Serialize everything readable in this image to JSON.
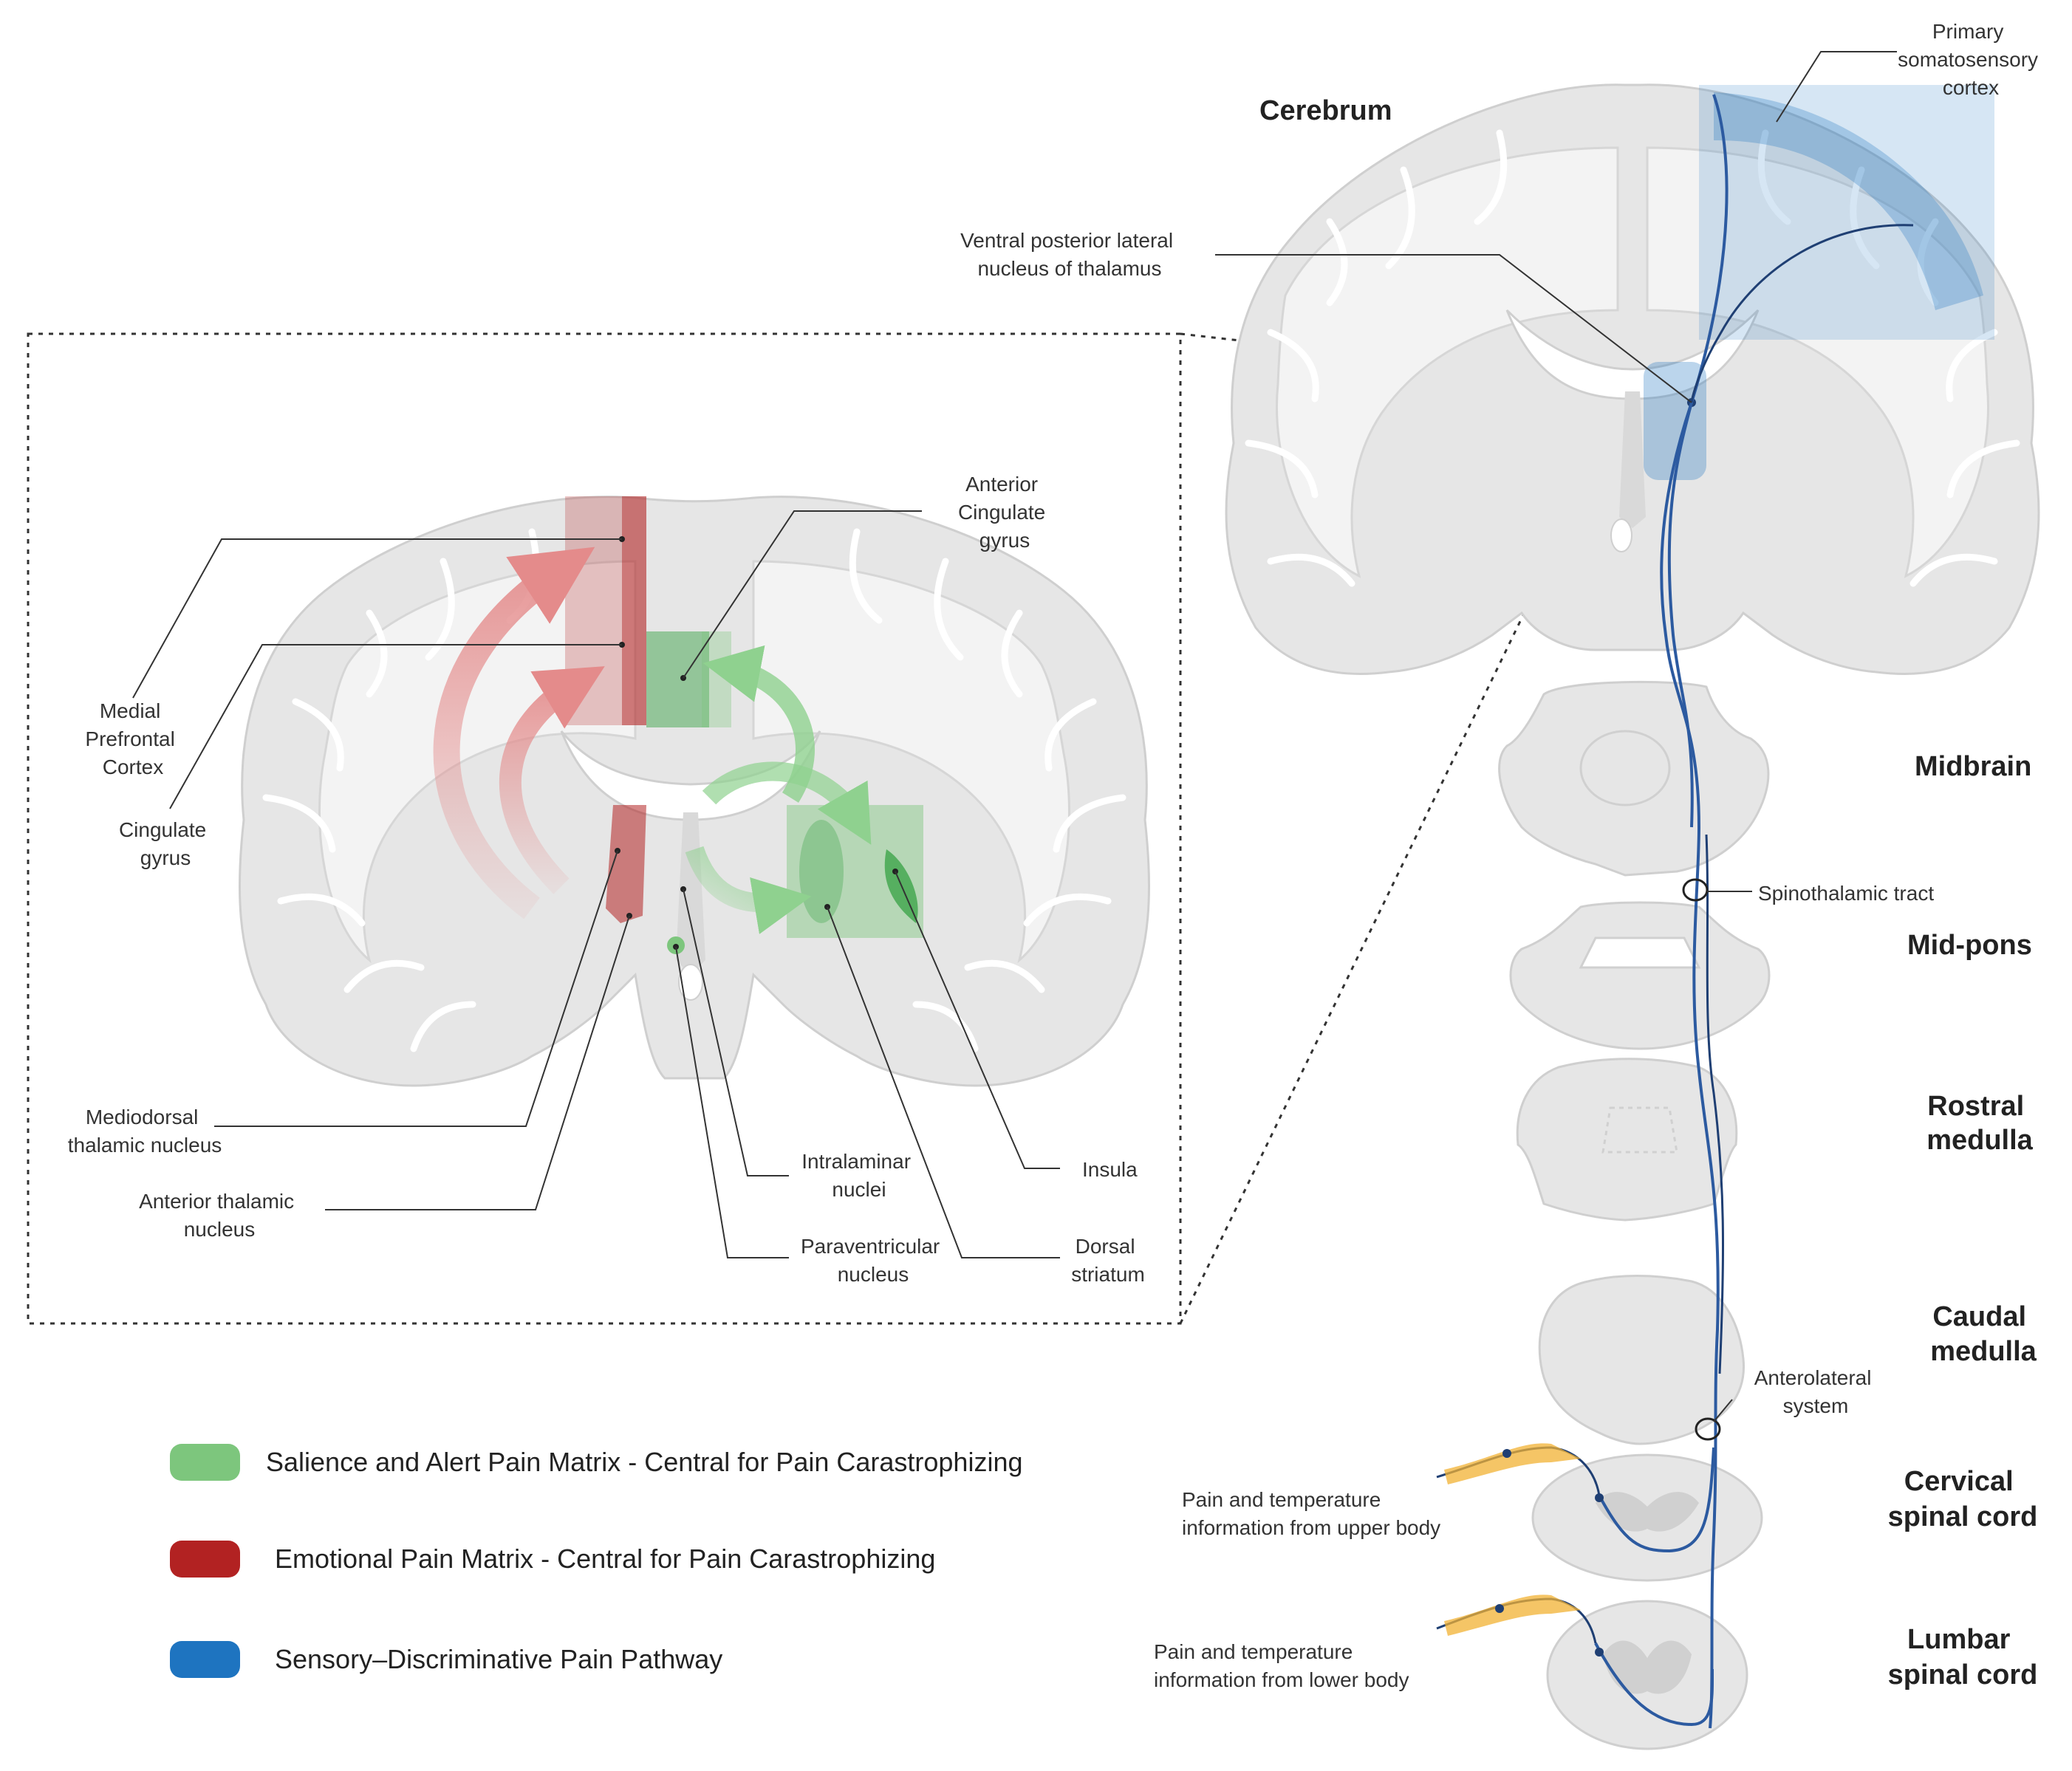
{
  "colors": {
    "salience": "#7dc67d",
    "emotional": "#b22222",
    "sensory": "#1e74c0",
    "tract": "#2c5aa0"
  },
  "inset_labels": {
    "medial_prefrontal": [
      "Medial",
      "Prefrontal",
      "Cortex"
    ],
    "cingulate_gyrus": [
      "Cingulate",
      "gyrus"
    ],
    "anterior_cingulate": [
      "Anterior",
      "Cingulate",
      "gyrus"
    ],
    "mediodorsal": [
      "Mediodorsal",
      "thalamic nucleus"
    ],
    "anterior_thalamic": [
      "Anterior thalamic",
      "nucleus"
    ],
    "intralaminar": [
      "Intralaminar",
      "nuclei"
    ],
    "paraventricular": [
      "Paraventricular",
      "nucleus"
    ],
    "insula": "Insula",
    "dorsal_striatum": [
      "Dorsal",
      "striatum"
    ]
  },
  "right_labels": {
    "cerebrum": "Cerebrum",
    "primary_somatosensory": [
      "Primary",
      "somatosensory",
      "cortex"
    ],
    "vpl": [
      "Ventral posterior lateral",
      "nucleus of thalamus"
    ],
    "midbrain": "Midbrain",
    "spinothalamic": "Spinothalamic tract",
    "mid_pons": "Mid-pons",
    "rostral_medulla": [
      "Rostral",
      "medulla"
    ],
    "caudal_medulla": [
      "Caudal",
      "medulla"
    ],
    "anterolateral": [
      "Anterolateral",
      "system"
    ],
    "cervical": [
      "Cervical",
      "spinal cord"
    ],
    "lumbar": [
      "Lumbar",
      "spinal cord"
    ],
    "upper_body": [
      "Pain and temperature",
      "information from upper body"
    ],
    "lower_body": [
      "Pain and temperature",
      "information from lower body"
    ]
  },
  "legend": [
    {
      "label": "Salience and Alert Pain Matrix - Central for Pain Carastrophizing",
      "color": "#7dc67d"
    },
    {
      "label": "Emotional Pain Matrix - Central for Pain Carastrophizing",
      "color": "#b22222"
    },
    {
      "label": "Sensory–Discriminative Pain Pathway",
      "color": "#1e74c0"
    }
  ]
}
